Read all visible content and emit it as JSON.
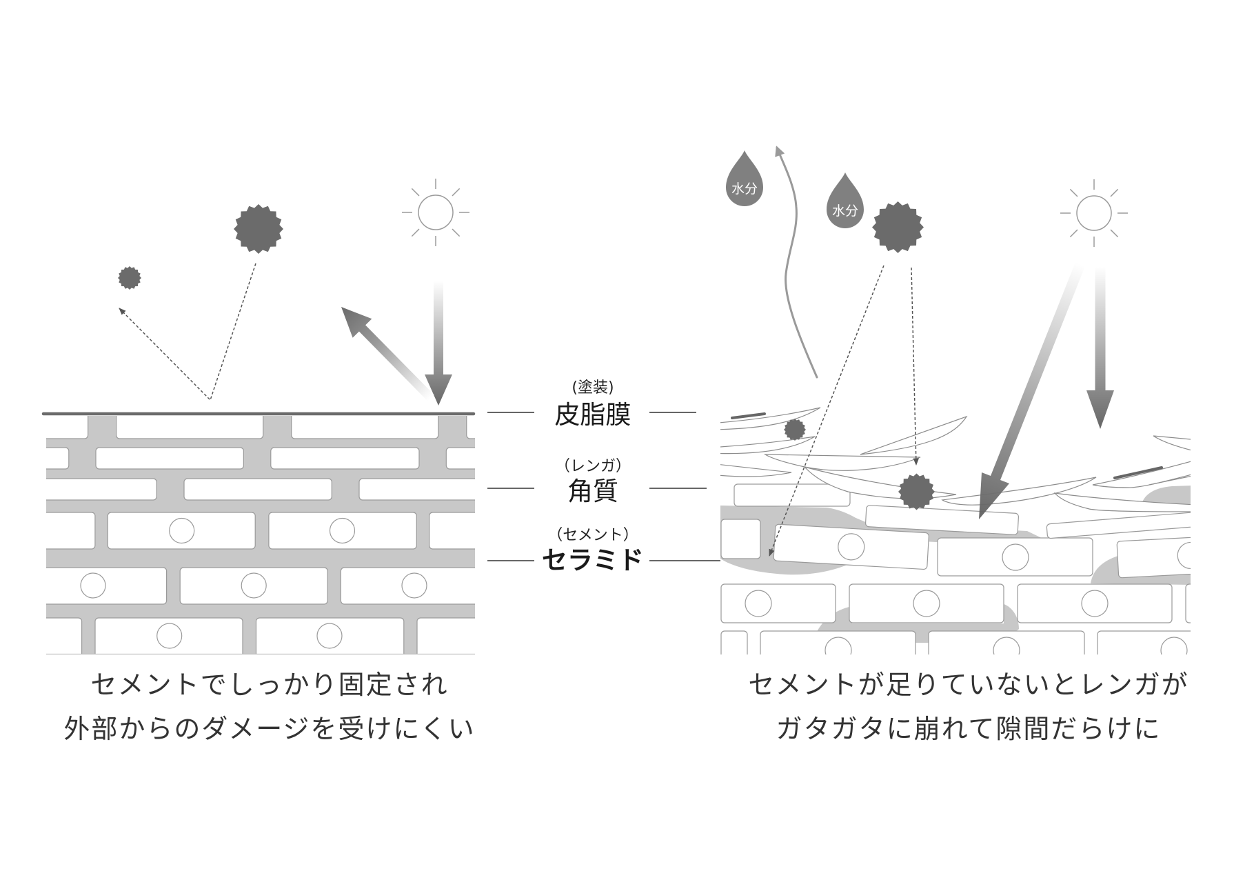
{
  "layer_labels": [
    {
      "analogy": "(塗装)",
      "term": "皮脂膜"
    },
    {
      "analogy": "（レンガ）",
      "term": "角質"
    },
    {
      "analogy": "（セメント）",
      "term": "セラミド"
    }
  ],
  "left_panel": {
    "caption": [
      "セメントでしっかり固定され",
      "外部からのダメージを受けにくい"
    ]
  },
  "right_panel": {
    "caption": [
      "セメントが足りていないとレンガが",
      "ガタガタに崩れて隙間だらけに"
    ],
    "drops": [
      {
        "label": "水分"
      },
      {
        "label": "水分"
      }
    ]
  },
  "icons": {
    "sun": "sun-icon",
    "irritant": "spiky-particle-icon",
    "moisture": "water-drop-icon",
    "uv_ray": "gradient-arrow-icon",
    "deflection": "dashed-arrow-icon",
    "evaporation": "curved-arrow-icon"
  },
  "colors": {
    "mortar": "#c8c8c8",
    "particle": "#6b6b6b",
    "drop": "#808080",
    "surface_line": "#6b6b6b",
    "arrow_dark": "#666666",
    "outline": "#9a9a9a",
    "text": "#333333"
  }
}
